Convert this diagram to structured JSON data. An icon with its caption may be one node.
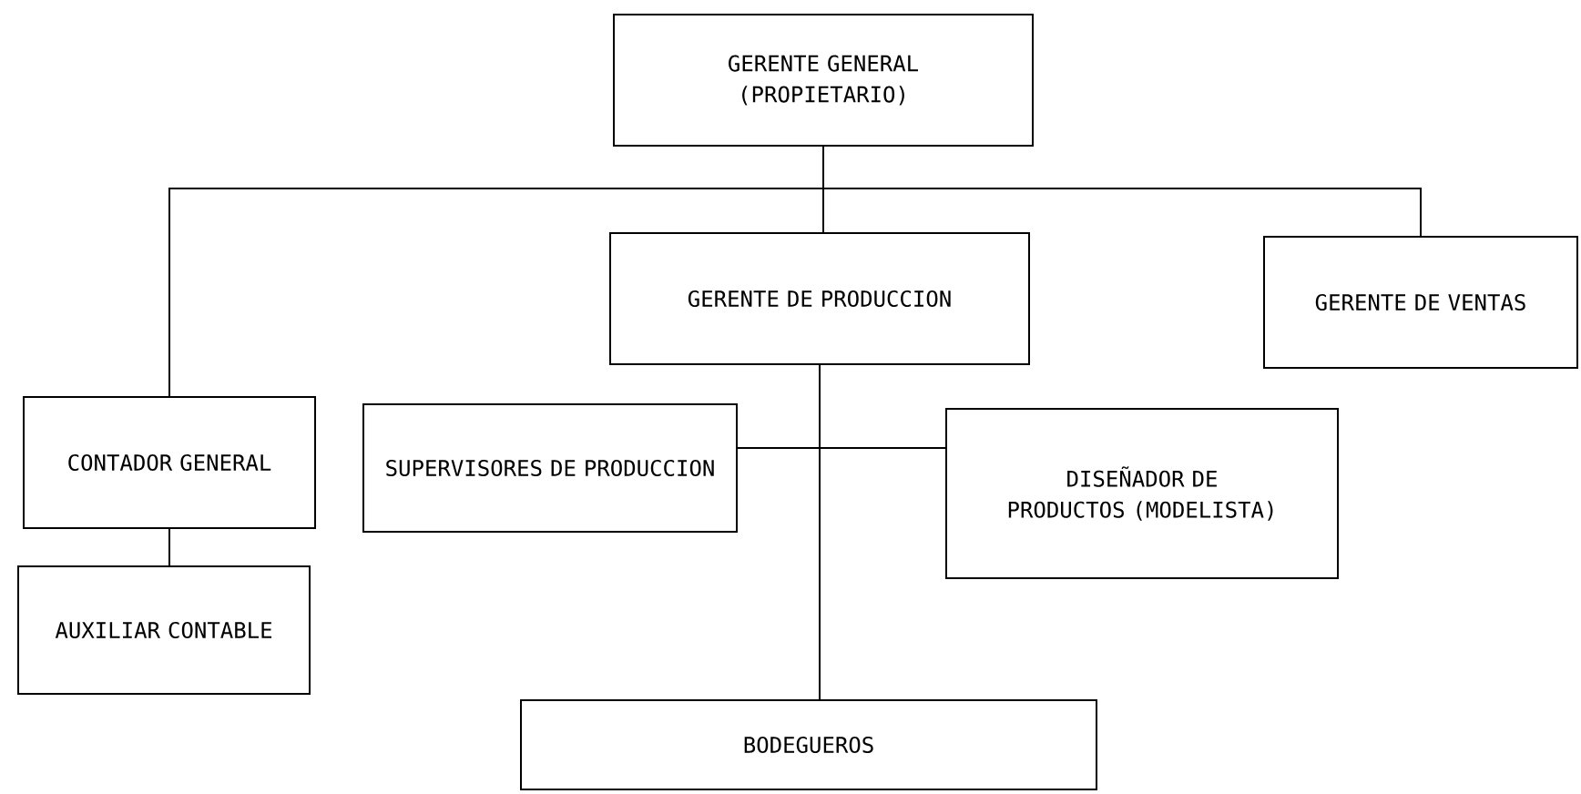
{
  "diagram": {
    "nodes": [
      {
        "text": [
          "GERENTE GENERAL (PROPIETARIO)"
        ]
      },
      {
        "text": [
          "GERENTE DE PRODUCCION"
        ]
      },
      {
        "text": [
          "GERENTE DE VENTAS"
        ]
      },
      {
        "text": [
          "CONTADOR GENERAL"
        ]
      },
      {
        "text": [
          "AUXILIAR CONTABLE"
        ]
      },
      {
        "text": [
          "SUPERVISORES DE PRODUCCION"
        ]
      },
      {
        "text": [
          "DISEÑADOR DE PRODUCTOS (MODELISTA)"
        ]
      },
      {
        "text": [
          "BODEGUEROS"
        ]
      }
    ],
    "edges": [
      {
        "from": 0,
        "to": 1,
        "arrow": "none"
      },
      {
        "from": 0,
        "to": 2,
        "arrow": "none"
      },
      {
        "from": 0,
        "to": 3,
        "arrow": "none"
      },
      {
        "from": 3,
        "to": 4,
        "arrow": "none"
      },
      {
        "from": 1,
        "to": 5,
        "arrow": "none"
      },
      {
        "from": 1,
        "to": 6,
        "arrow": "none"
      },
      {
        "from": 1,
        "to": 7,
        "arrow": "none"
      }
    ]
  }
}
